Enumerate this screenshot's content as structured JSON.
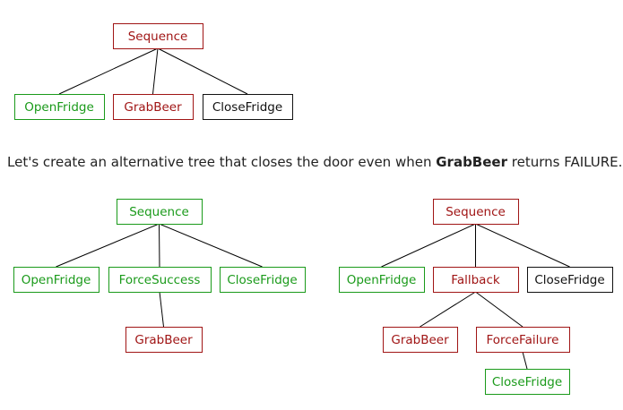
{
  "colors": {
    "success": "#1a9a1a",
    "failure": "#a01515",
    "neutral": "#111111",
    "edge": "#000000"
  },
  "caption": {
    "before": "Let's create an alternative tree that closes the door even when ",
    "bold": "GrabBeer",
    "after": " returns FAILURE."
  },
  "trees": [
    {
      "name": "tree-original",
      "nodes": [
        {
          "id": "seq",
          "label": "Sequence",
          "status": "failure"
        },
        {
          "id": "open",
          "label": "OpenFridge",
          "status": "success",
          "parent": "seq"
        },
        {
          "id": "grab",
          "label": "GrabBeer",
          "status": "failure",
          "parent": "seq"
        },
        {
          "id": "close",
          "label": "CloseFridge",
          "status": "neutral",
          "parent": "seq"
        }
      ]
    },
    {
      "name": "tree-force-success",
      "nodes": [
        {
          "id": "seq",
          "label": "Sequence",
          "status": "success"
        },
        {
          "id": "open",
          "label": "OpenFridge",
          "status": "success",
          "parent": "seq"
        },
        {
          "id": "force",
          "label": "ForceSuccess",
          "status": "success",
          "parent": "seq"
        },
        {
          "id": "close",
          "label": "CloseFridge",
          "status": "success",
          "parent": "seq"
        },
        {
          "id": "grab",
          "label": "GrabBeer",
          "status": "failure",
          "parent": "force"
        }
      ]
    },
    {
      "name": "tree-fallback",
      "nodes": [
        {
          "id": "seq",
          "label": "Sequence",
          "status": "failure"
        },
        {
          "id": "open",
          "label": "OpenFridge",
          "status": "success",
          "parent": "seq"
        },
        {
          "id": "fallback",
          "label": "Fallback",
          "status": "failure",
          "parent": "seq"
        },
        {
          "id": "close",
          "label": "CloseFridge",
          "status": "neutral",
          "parent": "seq"
        },
        {
          "id": "grab",
          "label": "GrabBeer",
          "status": "failure",
          "parent": "fallback"
        },
        {
          "id": "forcefail",
          "label": "ForceFailure",
          "status": "failure",
          "parent": "fallback"
        },
        {
          "id": "close2",
          "label": "CloseFridge",
          "status": "success",
          "parent": "forcefail"
        }
      ]
    }
  ]
}
